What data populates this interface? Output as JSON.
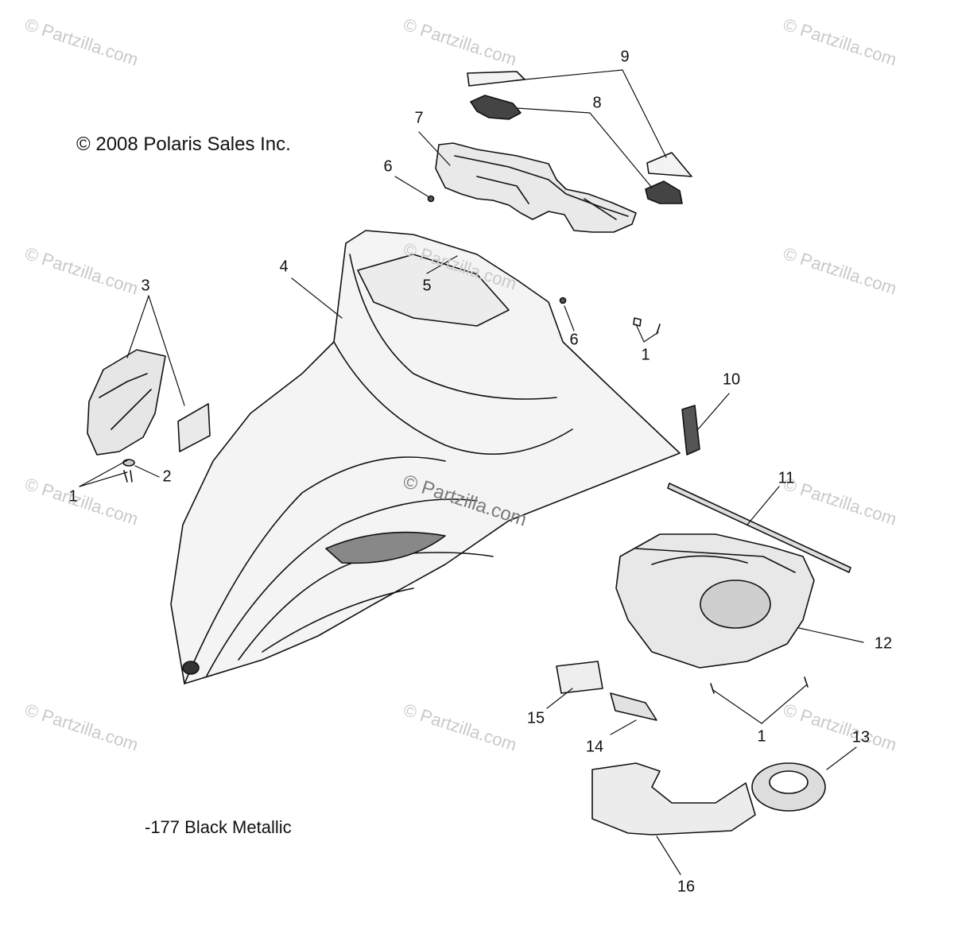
{
  "copyright": "© 2008 Polaris Sales Inc.",
  "color_note": "-177 Black Metallic",
  "watermark": "© Partzilla.com",
  "callouts": [
    {
      "id": "c9",
      "text": "9"
    },
    {
      "id": "c8",
      "text": "8"
    },
    {
      "id": "c7",
      "text": "7"
    },
    {
      "id": "c6a",
      "text": "6"
    },
    {
      "id": "c6b",
      "text": "6"
    },
    {
      "id": "c5",
      "text": "5"
    },
    {
      "id": "c4",
      "text": "4"
    },
    {
      "id": "c3",
      "text": "3"
    },
    {
      "id": "c2",
      "text": "2"
    },
    {
      "id": "c1a",
      "text": "1"
    },
    {
      "id": "c1b",
      "text": "1"
    },
    {
      "id": "c1c",
      "text": "1"
    },
    {
      "id": "c10",
      "text": "10"
    },
    {
      "id": "c11",
      "text": "11"
    },
    {
      "id": "c12",
      "text": "12"
    },
    {
      "id": "c13",
      "text": "13"
    },
    {
      "id": "c14",
      "text": "14"
    },
    {
      "id": "c15",
      "text": "15"
    },
    {
      "id": "c16",
      "text": "16"
    }
  ]
}
